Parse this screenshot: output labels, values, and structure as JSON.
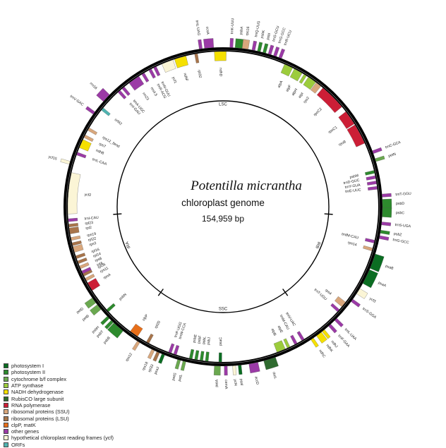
{
  "title": {
    "species": "Potentilla micrantha",
    "subtitle": "chloroplast genome",
    "size": "154,959 bp"
  },
  "segments": [
    {
      "key": "lsc",
      "label": "LSC",
      "angle": 0
    },
    {
      "key": "ira",
      "label": "IRA",
      "angle": -112
    },
    {
      "key": "ssc",
      "label": "SSC",
      "angle": 180
    },
    {
      "key": "irb",
      "label": "IRB",
      "angle": 112
    }
  ],
  "segment_boundaries": [
    -94,
    -144,
    144,
    94
  ],
  "legend": [
    {
      "label": "photosystem I",
      "color": "#0b6d22"
    },
    {
      "label": "photosystem II",
      "color": "#2d8a2d"
    },
    {
      "label": "cytochrome b/f complex",
      "color": "#6aa84f"
    },
    {
      "label": "ATP synthase",
      "color": "#9ccc3c"
    },
    {
      "label": "NADH dehydrogenase",
      "color": "#f5e000"
    },
    {
      "label": "RubisCO large subunit",
      "color": "#2f6b2f"
    },
    {
      "label": "RNA polymerase",
      "color": "#cc1e36"
    },
    {
      "label": "ribosomal proteins (SSU)",
      "color": "#d9a77c"
    },
    {
      "label": "ribosomal proteins (LSU)",
      "color": "#a8744a"
    },
    {
      "label": "clpP, matK",
      "color": "#e76f1a"
    },
    {
      "label": "other genes",
      "color": "#9b3aa6"
    },
    {
      "label": "hypothetical chloroplast reading frames (ycf)",
      "color": "#fbf5d6"
    },
    {
      "label": "ORFs",
      "color": "#4fb3b0"
    }
  ],
  "genes": [
    {
      "name": "psbA",
      "angle": 6,
      "side": "out",
      "type": "psii",
      "w": 3
    },
    {
      "name": "trnK-UUU",
      "angle": 3,
      "side": "out",
      "type": "other",
      "w": 1
    },
    {
      "name": "rps16",
      "angle": 8,
      "side": "out",
      "type": "ssu",
      "w": 2
    },
    {
      "name": "trnQ-UUG",
      "angle": 11,
      "side": "out",
      "type": "other",
      "w": 1
    },
    {
      "name": "psbK",
      "angle": 13,
      "side": "out",
      "type": "psii",
      "w": 1
    },
    {
      "name": "psbI",
      "angle": 15,
      "side": "out",
      "type": "psii",
      "w": 1
    },
    {
      "name": "trnS-GCU",
      "angle": 17,
      "side": "out",
      "type": "other",
      "w": 1
    },
    {
      "name": "trnG-GCC",
      "angle": 19,
      "side": "out",
      "type": "other",
      "w": 1
    },
    {
      "name": "trnR-UCU",
      "angle": 21,
      "side": "out",
      "type": "other",
      "w": 1
    },
    {
      "name": "atpA",
      "angle": 25,
      "side": "in",
      "type": "atp",
      "w": 3
    },
    {
      "name": "atpF",
      "angle": 29,
      "side": "in",
      "type": "atp",
      "w": 3
    },
    {
      "name": "atpH",
      "angle": 32,
      "side": "in",
      "type": "atp",
      "w": 1
    },
    {
      "name": "atpI",
      "angle": 35,
      "side": "in",
      "type": "atp",
      "w": 3
    },
    {
      "name": "rps2",
      "angle": 38,
      "side": "in",
      "type": "ssu",
      "w": 2
    },
    {
      "name": "rpoC2",
      "angle": 45,
      "side": "in",
      "type": "rnap",
      "w": 9
    },
    {
      "name": "rpoC1",
      "angle": 55,
      "side": "in",
      "type": "rnap",
      "w": 5
    },
    {
      "name": "rpoB",
      "angle": 62,
      "side": "in",
      "type": "rnap",
      "w": 7
    },
    {
      "name": "trnC-GCA",
      "angle": 70,
      "side": "out",
      "type": "other",
      "w": 1
    },
    {
      "name": "petN",
      "angle": 73,
      "side": "out",
      "type": "cyt",
      "w": 1
    },
    {
      "name": "psbM",
      "angle": 77,
      "side": "in",
      "type": "psii",
      "w": 1
    },
    {
      "name": "trnD-GUC",
      "angle": 79,
      "side": "in",
      "type": "other",
      "w": 1
    },
    {
      "name": "trnY-GUA",
      "angle": 81,
      "side": "in",
      "type": "other",
      "w": 1
    },
    {
      "name": "trnE-UUC",
      "angle": 83,
      "side": "in",
      "type": "other",
      "w": 1
    },
    {
      "name": "trnT-GGU",
      "angle": 86,
      "side": "out",
      "type": "other",
      "w": 1
    },
    {
      "name": "psbD",
      "angle": 89,
      "side": "out",
      "type": "psii",
      "w": 3
    },
    {
      "name": "psbC",
      "angle": 92,
      "side": "out",
      "type": "psii",
      "w": 3
    },
    {
      "name": "trnS-UGA",
      "angle": 96,
      "side": "out",
      "type": "other",
      "w": 1
    },
    {
      "name": "psbZ",
      "angle": 99,
      "side": "out",
      "type": "psii",
      "w": 1
    },
    {
      "name": "trnG-GCC",
      "angle": 101,
      "side": "out",
      "type": "other",
      "w": 1
    },
    {
      "name": "trnfM-CAU",
      "angle": 103,
      "side": "in",
      "type": "other",
      "w": 1
    },
    {
      "name": "rps14",
      "angle": 106,
      "side": "in",
      "type": "ssu",
      "w": 1
    },
    {
      "name": "psaB",
      "angle": 110,
      "side": "out",
      "type": "psi",
      "w": 5
    },
    {
      "name": "psaA",
      "angle": 116,
      "side": "out",
      "type": "psi",
      "w": 5
    },
    {
      "name": "ycf3",
      "angle": 122,
      "side": "out",
      "type": "ycf",
      "w": 2
    },
    {
      "name": "trnS-GGA",
      "angle": 126,
      "side": "out",
      "type": "other",
      "w": 1
    },
    {
      "name": "rps4",
      "angle": 129,
      "side": "in",
      "type": "ssu",
      "w": 2
    },
    {
      "name": "trnT-UGU",
      "angle": 132,
      "side": "in",
      "type": "other",
      "w": 1
    },
    {
      "name": "trnL-UAA",
      "angle": 135,
      "side": "out",
      "type": "other",
      "w": 1
    },
    {
      "name": "trnF-GAA",
      "angle": 138,
      "side": "out",
      "type": "other",
      "w": 1
    },
    {
      "name": "ndhJ",
      "angle": 141,
      "side": "out",
      "type": "ndh",
      "w": 1
    },
    {
      "name": "ndhK",
      "angle": 143,
      "side": "out",
      "type": "ndh",
      "w": 2
    },
    {
      "name": "ndhC",
      "angle": 146,
      "side": "out",
      "type": "ndh",
      "w": 1
    },
    {
      "name": "trnV-UAC",
      "angle": 149,
      "side": "in",
      "type": "other",
      "w": 1
    },
    {
      "name": "trnM-CAU",
      "angle": 152,
      "side": "in",
      "type": "other",
      "w": 1
    },
    {
      "name": "atpE",
      "angle": 155,
      "side": "in",
      "type": "atp",
      "w": 1
    },
    {
      "name": "atpB",
      "angle": 158,
      "side": "in",
      "type": "atp",
      "w": 3
    },
    {
      "name": "rbcL",
      "angle": 163,
      "side": "out",
      "type": "rbcl",
      "w": 4
    },
    {
      "name": "accD",
      "angle": 169,
      "side": "out",
      "type": "other",
      "w": 3
    },
    {
      "name": "psaI",
      "angle": 174,
      "side": "out",
      "type": "psi",
      "w": 1
    },
    {
      "name": "ycf4",
      "angle": 176,
      "side": "out",
      "type": "ycf",
      "w": 1
    },
    {
      "name": "cemA",
      "angle": 179,
      "side": "out",
      "type": "other",
      "w": 1
    },
    {
      "name": "petA",
      "angle": 182,
      "side": "out",
      "type": "cyt",
      "w": 2
    },
    {
      "name": "psbJ",
      "angle": 186,
      "side": "in",
      "type": "psii",
      "w": 1
    },
    {
      "name": "psbL",
      "angle": 188,
      "side": "in",
      "type": "psii",
      "w": 1
    },
    {
      "name": "psbF",
      "angle": 190,
      "side": "in",
      "type": "psii",
      "w": 1
    },
    {
      "name": "psbE",
      "angle": 192,
      "side": "in",
      "type": "psii",
      "w": 1
    },
    {
      "name": "petL",
      "angle": 194,
      "side": "out",
      "type": "cyt",
      "w": 1
    },
    {
      "name": "petG",
      "angle": 196,
      "side": "out",
      "type": "cyt",
      "w": 1
    },
    {
      "name": "trnW-CCA",
      "angle": 198,
      "side": "in",
      "type": "other",
      "w": 1
    },
    {
      "name": "trnP-UGG",
      "angle": 200,
      "side": "in",
      "type": "other",
      "w": 1
    },
    {
      "name": "psaJ",
      "angle": 202,
      "side": "out",
      "type": "psi",
      "w": 1
    },
    {
      "name": "rpl33",
      "angle": 204,
      "side": "out",
      "type": "lsu",
      "w": 1
    },
    {
      "name": "rps18",
      "angle": 206,
      "side": "out",
      "type": "ssu",
      "w": 1
    },
    {
      "name": "rpl20",
      "angle": 209,
      "side": "in",
      "type": "lsu",
      "w": 1
    },
    {
      "name": "rps12",
      "angle": 212,
      "side": "out",
      "type": "ssu",
      "w": 1
    },
    {
      "name": "clpP",
      "angle": 215,
      "side": "in",
      "type": "clp",
      "w": 3
    },
    {
      "name": "psbB",
      "angle": 221,
      "side": "out",
      "type": "psii",
      "w": 4
    },
    {
      "name": "psbT",
      "angle": 224,
      "side": "out",
      "type": "psii",
      "w": 1
    },
    {
      "name": "psbH",
      "angle": 226,
      "side": "out",
      "type": "psii",
      "w": 1
    },
    {
      "name": "psbN",
      "angle": 228,
      "side": "in",
      "type": "psii",
      "w": 1
    },
    {
      "name": "petB",
      "angle": 231,
      "side": "out",
      "type": "cyt",
      "w": 2
    },
    {
      "name": "petD",
      "angle": 234,
      "side": "out",
      "type": "cyt",
      "w": 2
    },
    {
      "name": "rpoA",
      "angle": 239,
      "side": "in",
      "type": "rnap",
      "w": 3
    },
    {
      "name": "rps11",
      "angle": 242,
      "side": "in",
      "type": "ssu",
      "w": 1
    },
    {
      "name": "rpl36",
      "angle": 244,
      "side": "in",
      "type": "lsu",
      "w": 1
    },
    {
      "name": "infA",
      "angle": 245,
      "side": "in",
      "type": "other",
      "w": 1
    },
    {
      "name": "rps8",
      "angle": 247,
      "side": "in",
      "type": "ssu",
      "w": 1
    },
    {
      "name": "rpl14",
      "angle": 249,
      "side": "in",
      "type": "lsu",
      "w": 1
    },
    {
      "name": "rpl16",
      "angle": 251,
      "side": "in",
      "type": "lsu",
      "w": 1
    },
    {
      "name": "rps3",
      "angle": 254,
      "side": "in",
      "type": "ssu",
      "w": 2
    },
    {
      "name": "rpl22",
      "angle": 256,
      "side": "in",
      "type": "lsu",
      "w": 1
    },
    {
      "name": "rps19",
      "angle": 258,
      "side": "in",
      "type": "ssu",
      "w": 1
    },
    {
      "name": "rpl2",
      "angle": 261,
      "side": "in",
      "type": "lsu",
      "w": 2
    },
    {
      "name": "rpl23",
      "angle": 263,
      "side": "in",
      "type": "lsu",
      "w": 1
    },
    {
      "name": "trnI-CAU",
      "angle": 265,
      "side": "in",
      "type": "other",
      "w": 1
    },
    {
      "name": "ycf2",
      "angle": 275,
      "side": "in",
      "type": "ycf",
      "w": 14
    },
    {
      "name": "ycf15",
      "angle": 286,
      "side": "out",
      "type": "ycf",
      "w": 1
    },
    {
      "name": "trnL-CAA",
      "angle": 290,
      "side": "in",
      "type": "other",
      "w": 1
    },
    {
      "name": "ndhB",
      "angle": 294,
      "side": "in",
      "type": "ndh",
      "w": 3
    },
    {
      "name": "rps7",
      "angle": 297,
      "side": "in",
      "type": "ssu",
      "w": 1
    },
    {
      "name": "rps12_3end",
      "angle": 300,
      "side": "in",
      "type": "ssu",
      "w": 1
    },
    {
      "name": "trnV-GAC",
      "angle": 306,
      "side": "out",
      "type": "other",
      "w": 1
    },
    {
      "name": "orf42",
      "angle": 309,
      "side": "in",
      "type": "orf",
      "w": 1
    },
    {
      "name": "rrn16",
      "angle": 313,
      "side": "out",
      "type": "other",
      "w": 3
    },
    {
      "name": "trnI-GAU",
      "angle": 318,
      "side": "in",
      "type": "other",
      "w": 1
    },
    {
      "name": "trnA-UGC",
      "angle": 320,
      "side": "in",
      "type": "other",
      "w": 1
    },
    {
      "name": "rrn23",
      "angle": 325,
      "side": "in",
      "type": "other",
      "w": 4
    },
    {
      "name": "rrn4.5",
      "angle": 329,
      "side": "in",
      "type": "other",
      "w": 1
    },
    {
      "name": "trnR-ACG",
      "angle": 332,
      "side": "in",
      "type": "other",
      "w": 1
    },
    {
      "name": "trnN-GUU",
      "angle": 334,
      "side": "in",
      "type": "other",
      "w": 1
    },
    {
      "name": "ycf1",
      "angle": 339,
      "side": "in",
      "type": "ycf",
      "w": 4
    },
    {
      "name": "ndhF",
      "angle": 344,
      "side": "in",
      "type": "ndh",
      "w": 4
    },
    {
      "name": "rpl32",
      "angle": 350,
      "side": "in",
      "type": "lsu",
      "w": 1
    },
    {
      "name": "trnL-UAG",
      "angle": 352,
      "side": "out",
      "type": "other",
      "w": 1
    },
    {
      "name": "ccsA",
      "angle": 355,
      "side": "out",
      "type": "other",
      "w": 3
    },
    {
      "name": "ndhD",
      "angle": 359,
      "side": "in",
      "type": "ndh",
      "w": 4
    },
    {
      "name": "psaC",
      "angle": 181,
      "side": "in",
      "type": "psi",
      "w": 1
    }
  ]
}
